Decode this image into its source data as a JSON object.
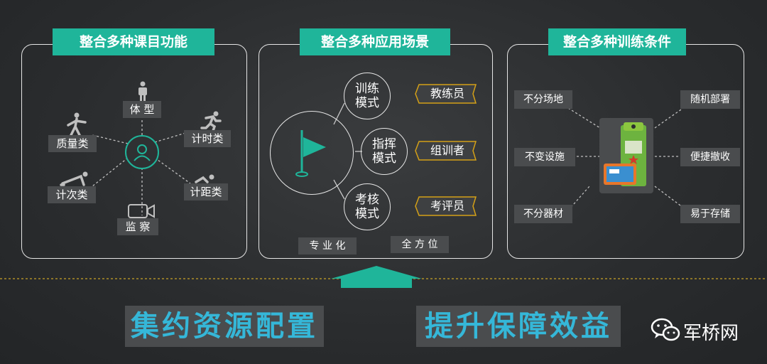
{
  "panel1": {
    "title": "整合多种课目功能",
    "items": [
      "体 型",
      "计时类",
      "计距类",
      "监 察",
      "计次类",
      "质量类"
    ]
  },
  "panel2": {
    "title": "整合多种应用场景",
    "modes": [
      "训练\n模式",
      "指挥\n模式",
      "考核\n模式"
    ],
    "roles": [
      "教练员",
      "组训者",
      "考评员"
    ],
    "footer": [
      "专 业 化",
      "全 方 位"
    ]
  },
  "panel3": {
    "title": "整合多种训练条件",
    "left": [
      "不分场地",
      "不变设施",
      "不分器材"
    ],
    "right": [
      "随机部署",
      "便捷撤收",
      "易于存储"
    ]
  },
  "bottom": {
    "left": "集约资源配置",
    "right": "提升保障效益",
    "brand": "军桥网"
  },
  "colors": {
    "accent": "#1fb59a",
    "highlight": "#35b7d8",
    "tag_border": "#d4a017"
  }
}
